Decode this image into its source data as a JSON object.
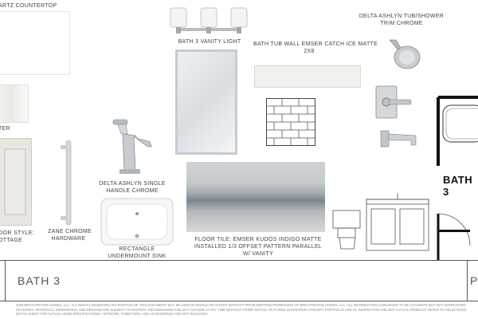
{
  "labels": {
    "quartz": "ARTZ COUNTERTOP",
    "molding": "TER",
    "door": "OOR STYLE:\nOTTAGE",
    "pull": "ZANE CHROME\nHARDWARE",
    "faucet": "DELTA ASHLYN SINGLE\nHANDLE CHROME",
    "sink": "RECTANGLE\nUNDERMOUNT SINK",
    "light": "BATH 3 VANITY LIGHT",
    "walltile": "BATH TUB WALL EMSER CATCH ICE MATTE\n2X8",
    "floortile": "FLOOR TILE: EMSER KUDOS INDIGO MATTE\nINSTALLED 1/3 OFFSET PATTERN PARALLEL\nW/ VANITY",
    "shower": "DELTA ASHLYN TUB/SHOWER\nTRIM CHROME",
    "plan_label": "BATH 3"
  },
  "footer": {
    "room": "BATH 3",
    "room_right": "P",
    "legal": "2025 BRIGHTWATER HOMES, LLC. ALL RIGHTS RESERVED. NO PORTION OF THIS DOCUMENT MAY BE USED IN WHOLE OR IN PART WITHOUT PRIOR WRITTEN PERMISSION OF BRIGHTWATER HOMES, LLC. ALL INFORMATION IS BELIEVED TO BE ACCURATE BUT NOT WARRANTED. FEATURES, MATERIALS, DIMENSIONS, AND DESIGNS ARE SUBJECT TO ERRORS AND OMISSIONS AND MAY CHANGE AT ANY TIME WITHOUT PRIOR NOTICE. PICTURES IN INTERIOR CONCEPT PORTFOLIO ARE OF INSPIRATION AND NOT ACTUAL PRODUCT. REFER TO SELECTIONS DETAIL SHEET FOR ACTUAL HOME SPECIFICATIONS. ARTWORK, FURNITURE, AND ACCESSORIES ARE NOT INCLUDED."
  }
}
